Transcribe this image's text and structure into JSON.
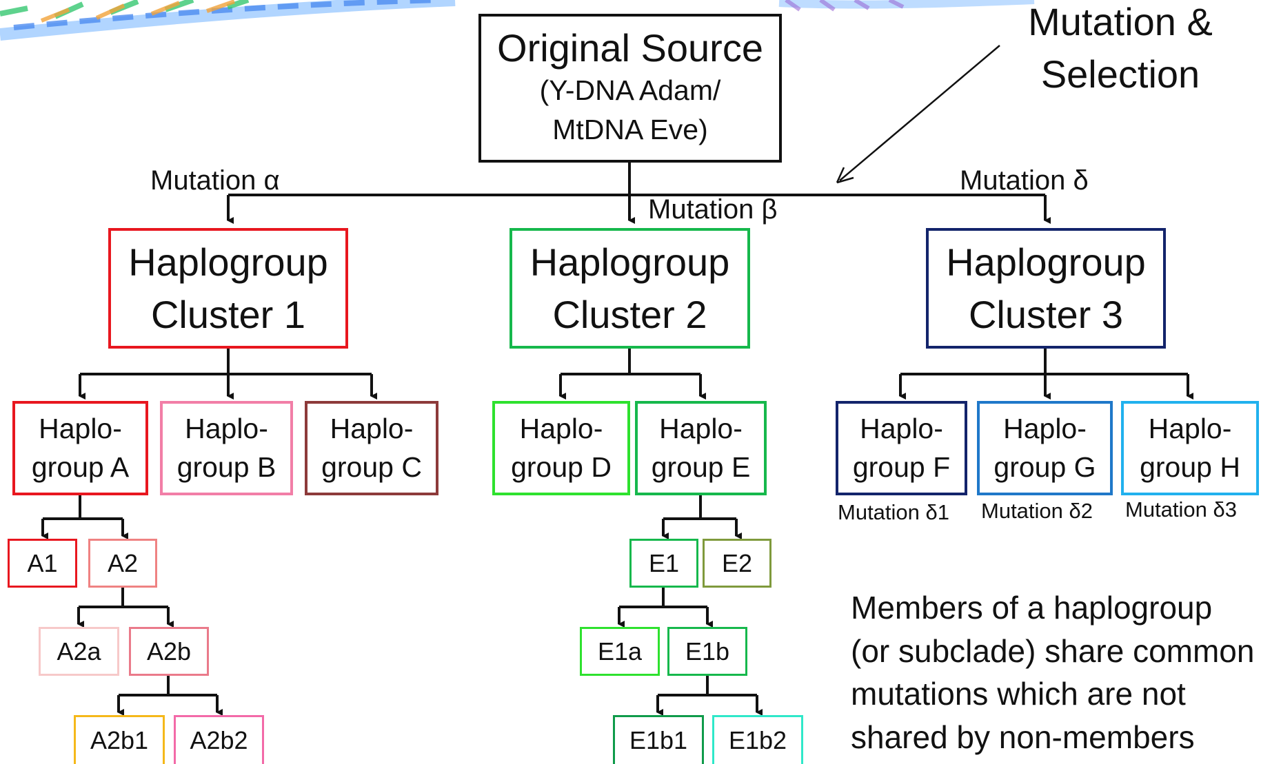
{
  "colors": {
    "red": "#e8171f",
    "pink": "#f27ea7",
    "brown": "#8d3a3a",
    "bright_green": "#2ee12e",
    "green": "#16b84c",
    "navy": "#13246b",
    "blue": "#1f78c9",
    "cyan": "#21b1ee",
    "salmon": "#ef8282",
    "light_pink": "#f7c9c9",
    "rose": "#ea7a8a",
    "gold": "#f5b81a",
    "magenta_pink": "#f36aa8",
    "olive": "#7f9a3c",
    "mint": "#2fe8c9",
    "dark_green": "#0f9b4a"
  },
  "root": {
    "title": "Original Source",
    "line2": "(Y-DNA Adam/",
    "line3": "MtDNA Eve)"
  },
  "corner_label": {
    "line1": "Mutation &",
    "line2": "Selection"
  },
  "mutation_labels": {
    "alpha": "Mutation α",
    "beta": "Mutation β",
    "delta": "Mutation δ",
    "delta1": "Mutation δ1",
    "delta2": "Mutation δ2",
    "delta3": "Mutation δ3"
  },
  "clusters": [
    {
      "line1": "Haplogroup",
      "line2": "Cluster 1"
    },
    {
      "line1": "Haplogroup",
      "line2": "Cluster 2"
    },
    {
      "line1": "Haplogroup",
      "line2": "Cluster 3"
    }
  ],
  "haplogroups": [
    {
      "line1": "Haplo-",
      "line2": "group A"
    },
    {
      "line1": "Haplo-",
      "line2": "group B"
    },
    {
      "line1": "Haplo-",
      "line2": "group C"
    },
    {
      "line1": "Haplo-",
      "line2": "group D"
    },
    {
      "line1": "Haplo-",
      "line2": "group E"
    },
    {
      "line1": "Haplo-",
      "line2": "group F"
    },
    {
      "line1": "Haplo-",
      "line2": "group G"
    },
    {
      "line1": "Haplo-",
      "line2": "group H"
    }
  ],
  "subclades": {
    "a1": "A1",
    "a2": "A2",
    "a2a": "A2a",
    "a2b": "A2b",
    "a2b1": "A2b1",
    "a2b2": "A2b2",
    "e1": "E1",
    "e2": "E2",
    "e1a": "E1a",
    "e1b": "E1b",
    "e1b1": "E1b1",
    "e1b2": "E1b2"
  },
  "note": {
    "line1": "Members of a haplogroup",
    "line2": "(or subclade) share common",
    "line3": "mutations which are not",
    "line4": "shared by non-members"
  }
}
